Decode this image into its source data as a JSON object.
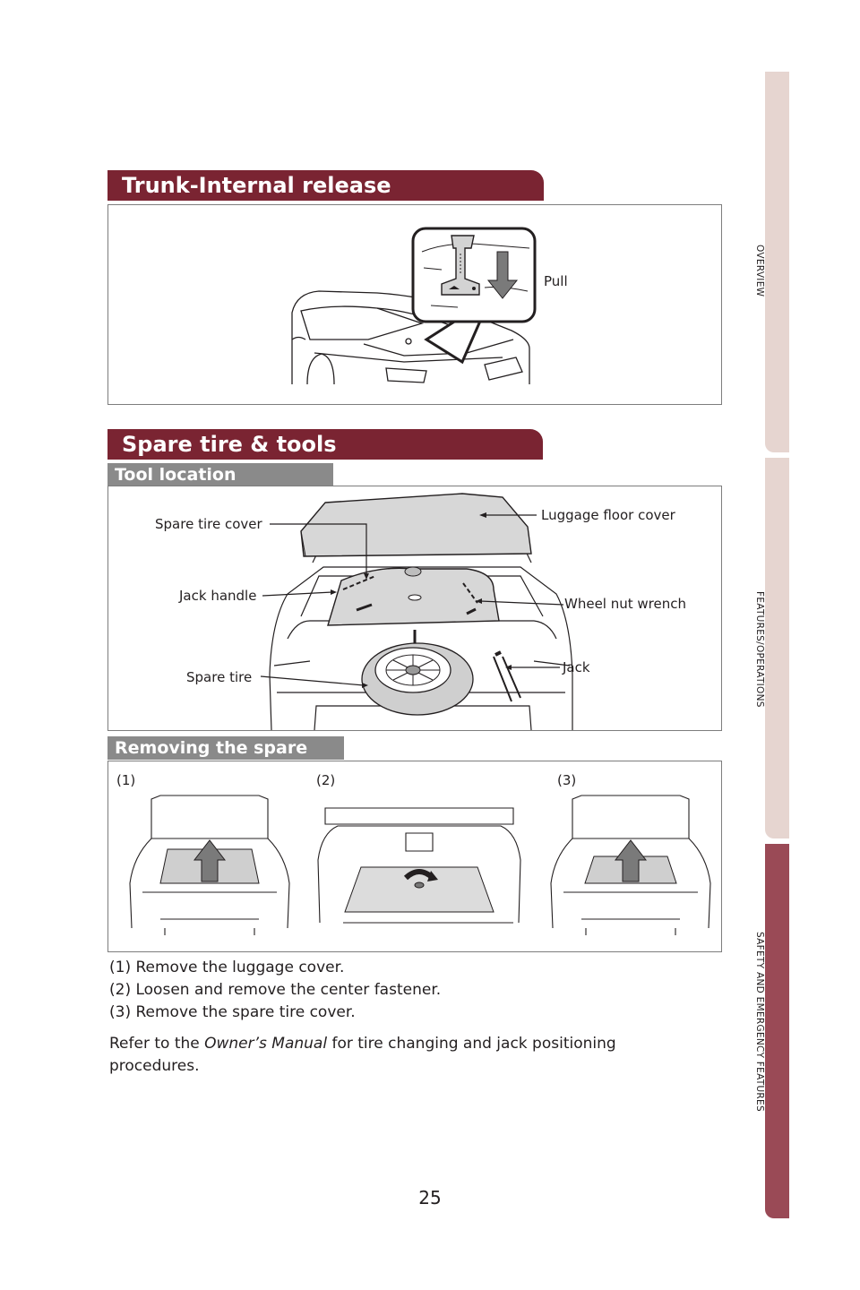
{
  "trunk": {
    "title": "Trunk-Internal release",
    "pull_label": "Pull"
  },
  "spare": {
    "title": "Spare tire & tools",
    "tool_location": {
      "title": "Tool location",
      "labels": {
        "spare_tire_cover": "Spare tire cover",
        "luggage_floor_cover": "Luggage floor cover",
        "jack_handle": "Jack handle",
        "wheel_nut_wrench": "Wheel nut wrench",
        "spare_tire": "Spare tire",
        "jack": "Jack"
      }
    },
    "removing": {
      "title": "Removing the spare tire",
      "step_labels": [
        "(1)",
        "(2)",
        "(3)"
      ]
    },
    "steps": [
      "(1) Remove the luggage cover.",
      "(2) Loosen and remove the center fastener.",
      "(3) Remove the spare tire cover."
    ],
    "note": {
      "prefix": "Refer to the ",
      "manual": "Owner’s Manual",
      "suffix": " for tire changing and jack positioning procedures."
    }
  },
  "side_tabs": [
    {
      "label": "OVERVIEW",
      "color": "#e6d5d0"
    },
    {
      "label": "FEATURES/OPERATIONS",
      "color": "#e6d5d0"
    },
    {
      "label": "SAFETY AND EMERGENCY FEATURES",
      "color": "#9a4a56"
    }
  ],
  "page_number": "25",
  "colors": {
    "section_header": "#7a2432",
    "sub_header": "#8a8a8a",
    "side_tab_inactive": "#e6d5d0",
    "side_tab_active": "#9a4a56"
  }
}
